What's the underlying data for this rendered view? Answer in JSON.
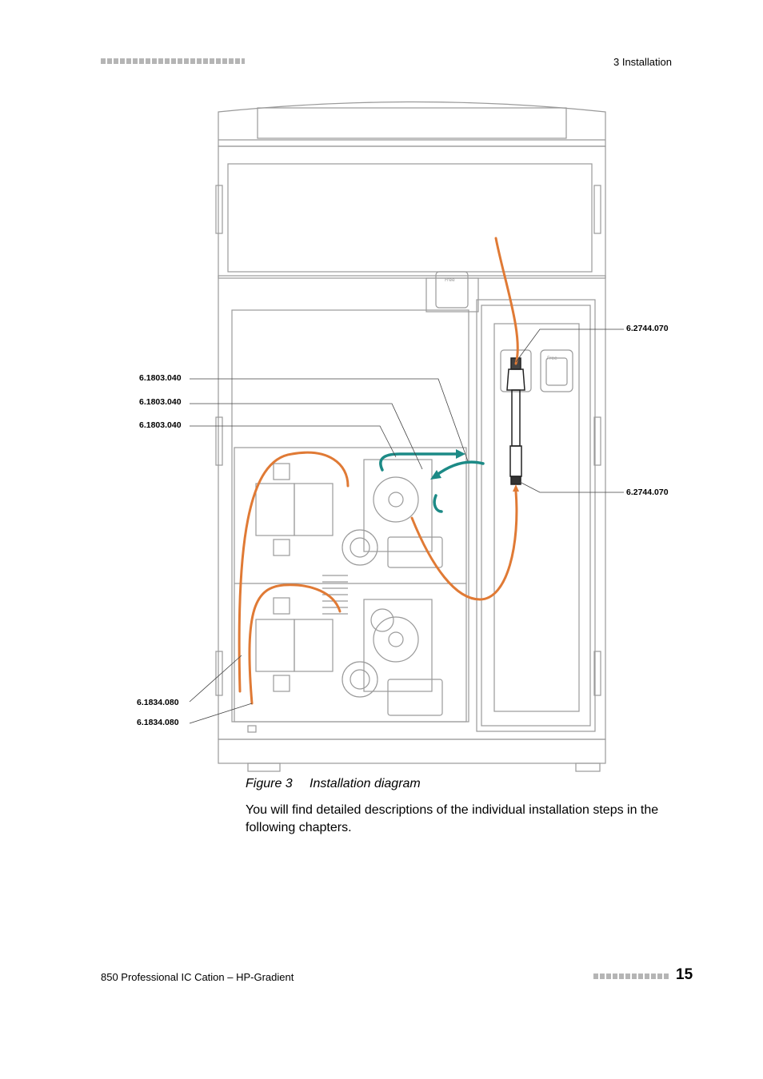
{
  "header": {
    "chapter": "3 Installation"
  },
  "figure": {
    "labels": {
      "l1": "6.2744.070",
      "l2": "6.1803.040",
      "l3": "6.1803.040",
      "l4": "6.1803.040",
      "l5": "6.2744.070",
      "l6": "6.1834.080",
      "l7": "6.1834.080"
    },
    "device_text": {
      "free": "Free"
    },
    "colors": {
      "capillary_orange": "#e07a35",
      "tubing_teal": "#1c8a86",
      "device_gray": "#9a9a9a"
    }
  },
  "caption": {
    "number": "Figure 3",
    "title": "Installation diagram"
  },
  "body": {
    "text": "You will find detailed descriptions of the individual installation steps in the following chapters."
  },
  "footer": {
    "title": "850 Professional IC Cation – HP-Gradient",
    "page": "15"
  }
}
